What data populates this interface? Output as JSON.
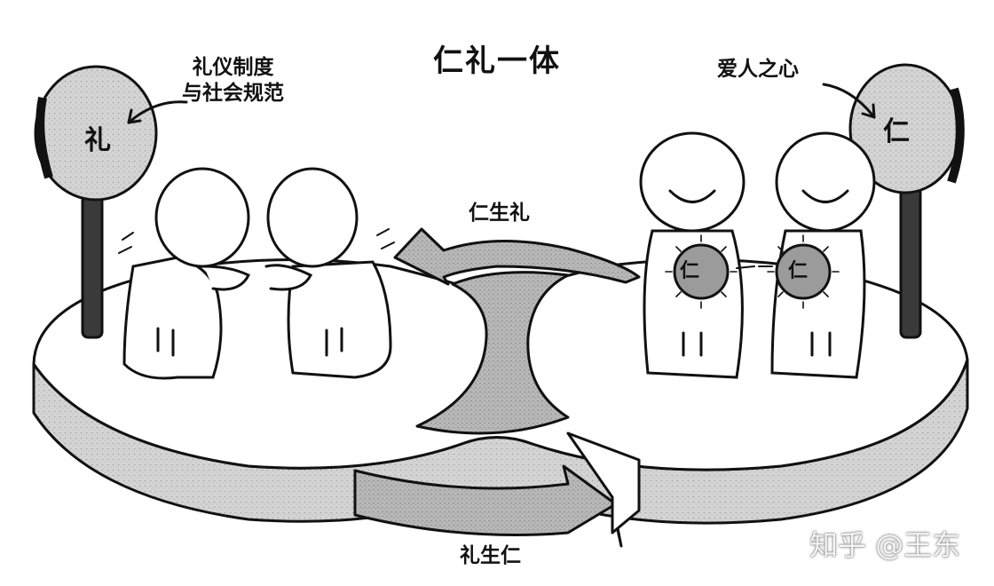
{
  "title": "仁礼一体",
  "li_description": [
    "礼仪制度",
    "与社会规范"
  ],
  "ren_description": "爱人之心",
  "arrow_top_label": "仁生礼",
  "arrow_bottom_label": "礼生仁",
  "sign_left_text": "礼",
  "sign_right_text": "仁",
  "badge_left_text": "仁",
  "badge_right_text": "仁",
  "watermark": "知乎 @王东",
  "colors": {
    "ink": "#111111",
    "platform_top": "#ffffff",
    "platform_side": "#d6d6d6",
    "sign": "#bdbdbd",
    "pole": "#3a3a3a",
    "arrow_fill": "#c8c8c8"
  }
}
